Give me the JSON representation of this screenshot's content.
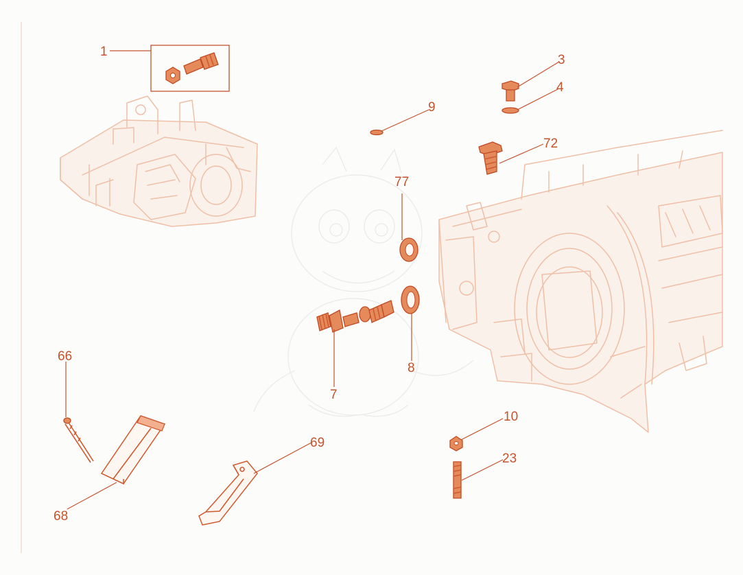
{
  "diagram": {
    "accent_color": "#c5532c",
    "callouts": {
      "c1": "1",
      "c3": "3",
      "c4": "4",
      "c9": "9",
      "c72": "72",
      "c77": "77",
      "c8": "8",
      "c7": "7",
      "c66": "66",
      "c68": "68",
      "c69": "69",
      "c10": "10",
      "c23": "23"
    },
    "parts_icons": [
      "nut-and-bolt-assembly",
      "bolt",
      "washer",
      "small-washer",
      "plug-screw",
      "seal-ring",
      "oil-seal",
      "gear-shaft",
      "pin",
      "bracket",
      "clip",
      "nut",
      "stud",
      "transmission-housing",
      "mount-bracket-housing"
    ]
  }
}
